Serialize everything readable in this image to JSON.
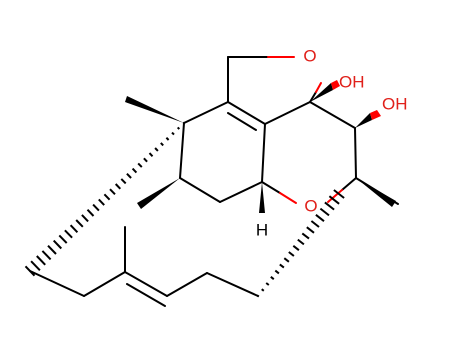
{
  "colors": {
    "bond": "#000000",
    "oxygen": "#ff0000",
    "oxygen_label": "#e0201a",
    "hydrogen_label": "#000000",
    "background": "#ffffff"
  },
  "molecule": {
    "atom_labels": {
      "ring_oxygen_top": "O",
      "ring_oxygen_bottom": "O",
      "hydroxyl_1": "OH",
      "hydroxyl_2": "OH",
      "hydrogen": "H"
    }
  }
}
